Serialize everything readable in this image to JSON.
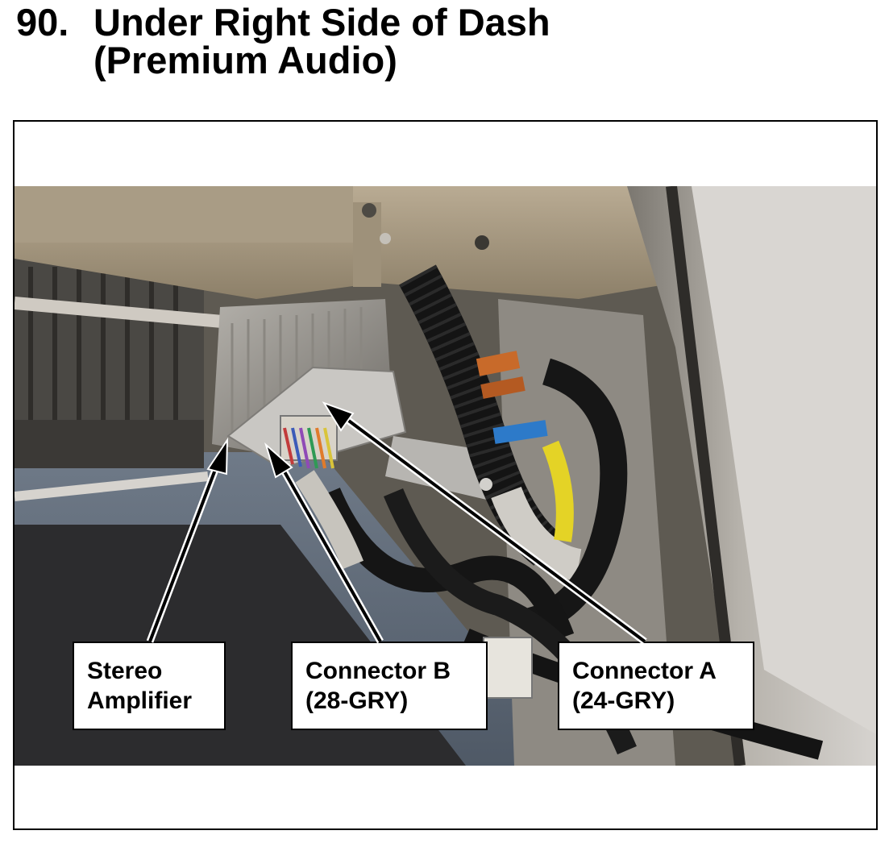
{
  "heading": {
    "number": "90.",
    "line1": "Under Right Side of Dash",
    "line2": "(Premium Audio)"
  },
  "callouts": {
    "amplifier": {
      "line1": "Stereo",
      "line2": "Amplifier"
    },
    "connector_b": {
      "line1": "Connector B",
      "line2": "(28-GRY)"
    },
    "connector_a": {
      "line1": "Connector A",
      "line2": "(24-GRY)"
    }
  }
}
